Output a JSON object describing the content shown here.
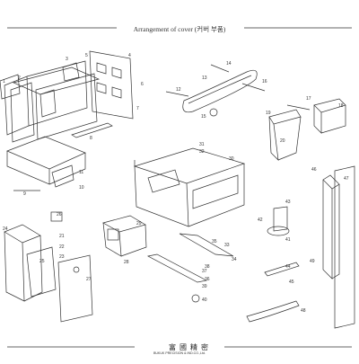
{
  "title": "Arrangement of cover (커버 부품)",
  "footer": {
    "company_cn": "富國精密",
    "company_en": "BUKUK PRECISION & IND.CO.,Ltd."
  },
  "callouts": [
    "1",
    "2",
    "3",
    "4",
    "5",
    "6",
    "7",
    "8",
    "9",
    "10",
    "11",
    "12",
    "13",
    "14",
    "15",
    "16",
    "17",
    "18",
    "19",
    "20",
    "21",
    "22",
    "23",
    "24",
    "25",
    "26",
    "27",
    "28",
    "29",
    "30",
    "31",
    "32",
    "33",
    "34",
    "35",
    "36",
    "37",
    "38",
    "39",
    "40",
    "41",
    "42",
    "43",
    "44",
    "45",
    "46",
    "47",
    "48",
    "49"
  ],
  "colors": {
    "line": "#333333",
    "background": "#ffffff"
  }
}
